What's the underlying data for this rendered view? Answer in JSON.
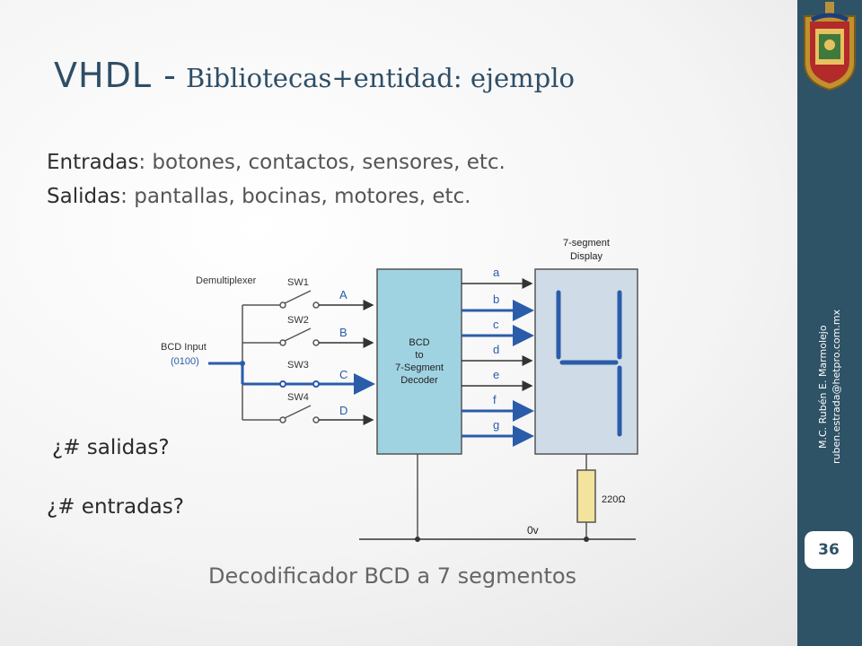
{
  "slide": {
    "title_main": "VHDL -",
    "title_sub": "Bibliotecas+entidad: ejemplo",
    "inputs_label": "Entradas",
    "inputs_text": ": botones, contactos, sensores, etc.",
    "outputs_label": "Salidas",
    "outputs_text": ": pantallas, bocinas, motores, etc.",
    "question_outputs": "¿# salidas?",
    "question_inputs": "¿# entradas?",
    "caption": "Decodificador BCD a 7 segmentos",
    "author": "M.C. Rubén E. Marmolejo",
    "email": "ruben.estrada@hetpro.com.mx",
    "page_number": "36"
  },
  "diagram": {
    "demux_label": "Demultiplexer",
    "bcd_input_label": "BCD Input",
    "bcd_input_value": "(0100)",
    "switches": [
      "SW1",
      "SW2",
      "SW3",
      "SW4"
    ],
    "input_letters": [
      "A",
      "B",
      "C",
      "D"
    ],
    "decoder_lines": [
      "BCD",
      "to",
      "7-Segment",
      "Decoder"
    ],
    "outputs": [
      "a",
      "b",
      "c",
      "d",
      "e",
      "f",
      "g"
    ],
    "display_title_1": "7-segment",
    "display_title_2": "Display",
    "resistor_label": "220Ω",
    "ground_label": "0v",
    "displayed_digit": "4"
  },
  "colors": {
    "accent": "#2e5266",
    "title": "#2e4e66",
    "wire_active": "#2a5caa",
    "decoder_fill": "#9fd3e2",
    "display_fill": "#cfdbe6",
    "resistor_fill": "#f3e39c"
  }
}
